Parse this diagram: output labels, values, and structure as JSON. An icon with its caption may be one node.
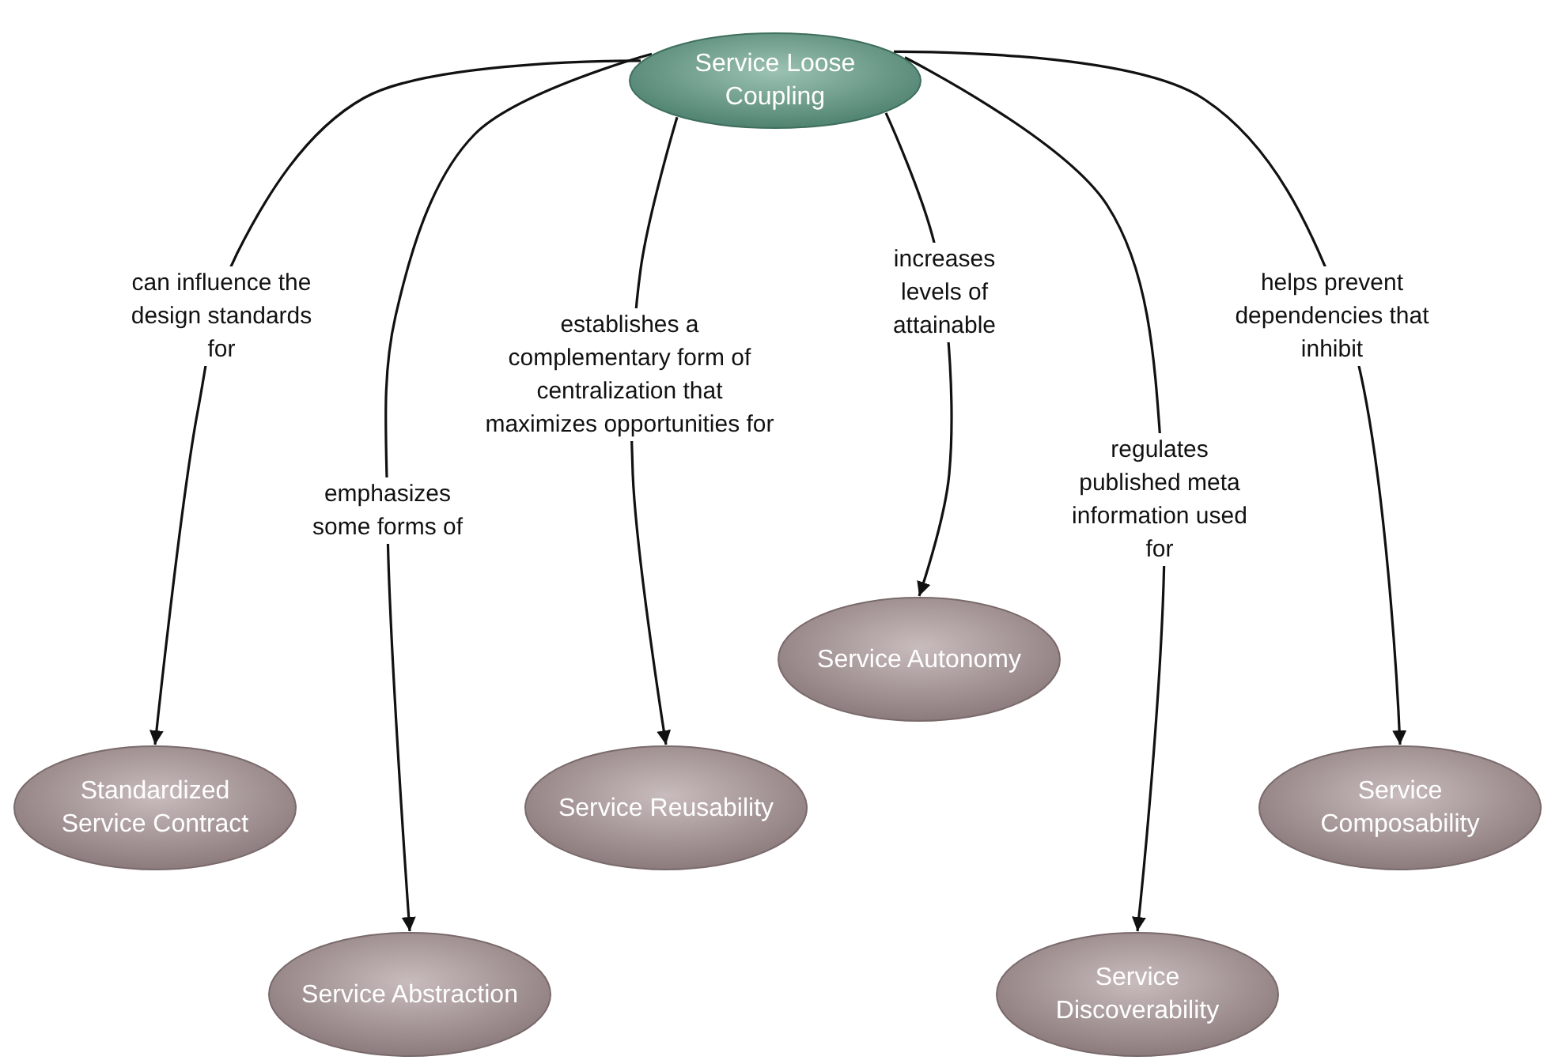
{
  "diagram": {
    "nodes": [
      {
        "text": [
          "Service Loose Coupling"
        ]
      },
      {
        "text": [
          "Standardized Service Contract"
        ]
      },
      {
        "text": [
          "Service Abstraction"
        ]
      },
      {
        "text": [
          "Service Reusability"
        ]
      },
      {
        "text": [
          "Service Autonomy"
        ]
      },
      {
        "text": [
          "Service Discoverability"
        ]
      },
      {
        "text": [
          "Service Composability"
        ]
      }
    ],
    "edges": [
      {
        "from": 0,
        "to": 1,
        "arrow": "to",
        "label": "can influence the design standards for"
      },
      {
        "from": 0,
        "to": 2,
        "arrow": "to",
        "label": "emphasizes some forms of"
      },
      {
        "from": 0,
        "to": 3,
        "arrow": "to",
        "label": "establishes a complementary form of centralization that maximizes opportunities for"
      },
      {
        "from": 0,
        "to": 4,
        "arrow": "to",
        "label": "increases levels of attainable"
      },
      {
        "from": 0,
        "to": 5,
        "arrow": "to",
        "label": "regulates published meta information used for"
      },
      {
        "from": 0,
        "to": 6,
        "arrow": "to",
        "label": "helps prevent dependencies that inhibit"
      }
    ]
  }
}
